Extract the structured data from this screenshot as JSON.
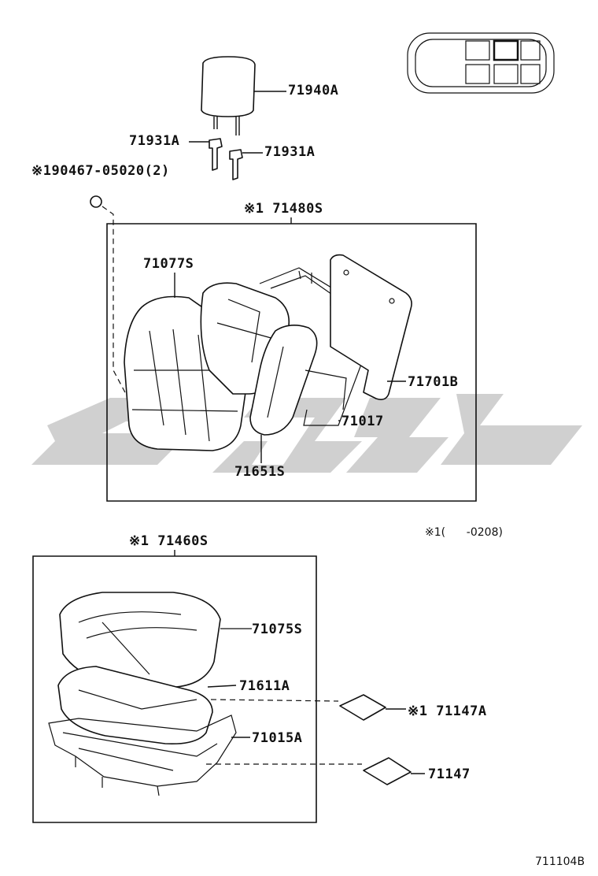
{
  "diagram": {
    "watermark_color": "#c8c8c8",
    "line_color": "#111111",
    "labels": {
      "headrest": "71940A",
      "support_left": "71931A",
      "support_right": "71931A",
      "screw": "※190467-05020(2)",
      "back_assy": "※1 71480S",
      "back_cover": "71077S",
      "back_board": "71701B",
      "back_frame": "71017",
      "back_pad": "71651S",
      "note": "※1(      -0208)",
      "cushion_assy": "※1 71460S",
      "cushion_cover": "71075S",
      "cushion_pad": "71611A",
      "cushion_frame": "71015A",
      "heater_a": "※1 71147A",
      "heater_b": "71147",
      "figure_code": "711104B"
    }
  }
}
